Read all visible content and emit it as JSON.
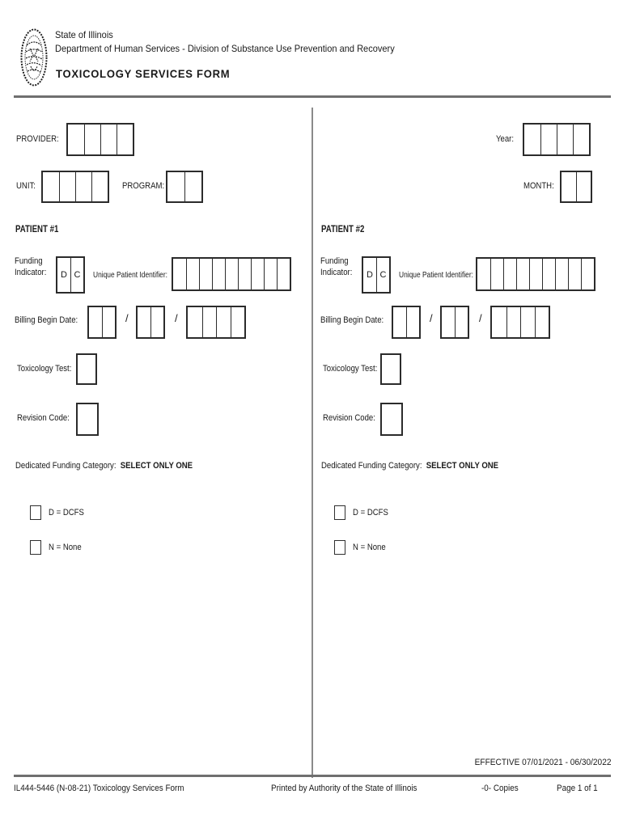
{
  "header": {
    "seal_name": "illinois-state-seal",
    "state_line": "State of Illinois",
    "dept_line": "Department of Human Services - Division of Substance Use Prevention and Recovery",
    "title": "TOXICOLOGY SERVICES FORM"
  },
  "top_fields": {
    "provider": {
      "label": "PROVIDER:",
      "cells": 4
    },
    "year": {
      "label": "Year:",
      "cells": 4
    },
    "unit": {
      "label": "UNIT:",
      "cells": 4
    },
    "program": {
      "label": "PROGRAM:",
      "cells": 2
    },
    "month": {
      "label": "MONTH:",
      "cells": 2
    }
  },
  "patients": [
    {
      "title": "PATIENT #1",
      "funding_line1": "Funding",
      "funding_line2": "Indicator:",
      "funding_codes": [
        "D",
        "C"
      ],
      "upi_label": "Unique Patient Identifier:",
      "upi_cells": 9,
      "billing_label": "Billing Begin Date:",
      "billing_groups": [
        2,
        2,
        4
      ],
      "date_separator": "/",
      "tox_label": "Toxicology Test:",
      "tox_cells": 1,
      "revision_label": "Revision Code:",
      "revision_cells": 1,
      "category_label": "Dedicated Funding Category:",
      "category_instruction": "SELECT ONLY ONE",
      "options": [
        "D = DCFS",
        "N = None"
      ]
    },
    {
      "title": "PATIENT #2",
      "funding_line1": "Funding",
      "funding_line2": "Indicator:",
      "funding_codes": [
        "D",
        "C"
      ],
      "upi_label": "Unique Patient Identifier:",
      "upi_cells": 9,
      "billing_label": "Billing Begin Date:",
      "billing_groups": [
        2,
        2,
        4
      ],
      "date_separator": "/",
      "tox_label": "Toxicology Test:",
      "tox_cells": 1,
      "revision_label": "Revision Code:",
      "revision_cells": 1,
      "category_label": "Dedicated Funding Category:",
      "category_instruction": "SELECT ONLY ONE",
      "options": [
        "D = DCFS",
        "N = None"
      ]
    }
  ],
  "footer": {
    "effective": "EFFECTIVE 07/01/2021 - 06/30/2022",
    "form_id": "IL444-5446 (N-08-21) Toxicology Services Form",
    "printed_by": "Printed by Authority of the State of Illinois",
    "copies": "-0- Copies",
    "page_info": "Page 1 of 1"
  },
  "colors": {
    "text": "#1a1a1a",
    "box_border": "#2b2b2b",
    "rule_gray": "#6f6f6f"
  }
}
